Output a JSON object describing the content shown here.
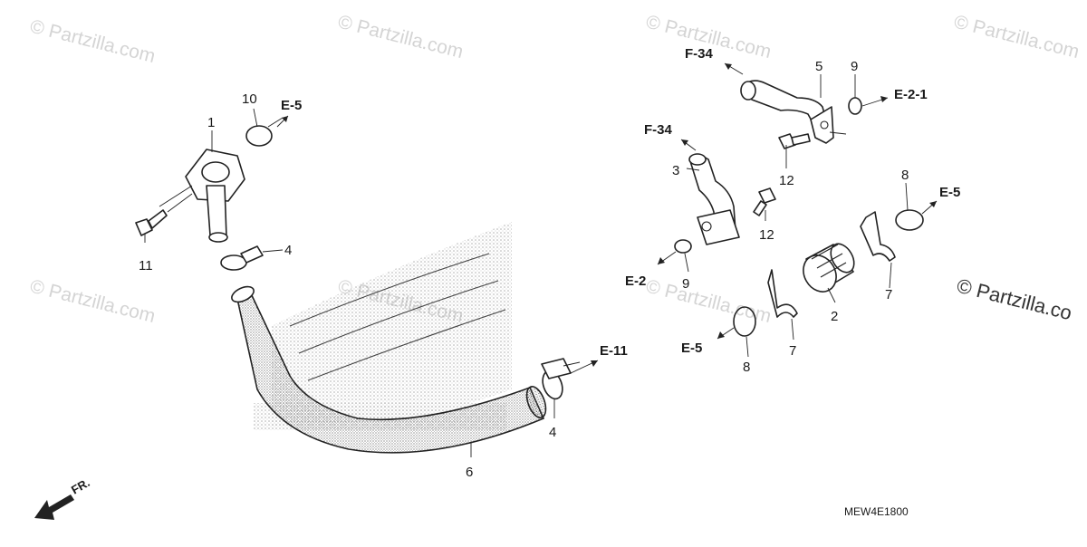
{
  "watermarks": {
    "text": "© Partzilla.com",
    "side_text": "© Partzilla.co"
  },
  "diagram_code": "MEW4E1800",
  "orientation_label": "FR.",
  "callouts": {
    "n1": "1",
    "n2": "2",
    "n3": "3",
    "n4a": "4",
    "n4b": "4",
    "n5": "5",
    "n6": "6",
    "n7a": "7",
    "n7b": "7",
    "n8a": "8",
    "n8b": "8",
    "n9a": "9",
    "n9b": "9",
    "n10": "10",
    "n11": "11",
    "n12a": "12",
    "n12b": "12"
  },
  "references": {
    "e5_top": "E-5",
    "e11": "E-11",
    "f34_upper": "F-34",
    "f34_lower": "F-34",
    "e21": "E-2-1",
    "e2": "E-2",
    "e5_right": "E-5",
    "e5_lower": "E-5"
  },
  "colors": {
    "ink": "#222222",
    "watermark": "#d4d4d4",
    "logo_dots": "#9a9a9a"
  }
}
